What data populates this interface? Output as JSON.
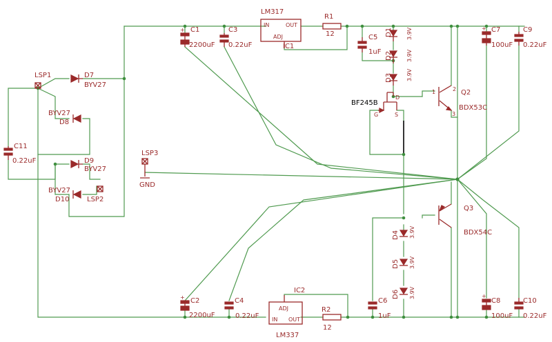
{
  "labels": {
    "lm317": "LM317",
    "lm337": "LM337",
    "ic1": "IC1",
    "ic2": "IC2",
    "in": "IN",
    "out": "OUT",
    "adj": "ADJ",
    "r1": "R1",
    "r1_val": "12",
    "r2": "R2",
    "r2_val": "12",
    "c1": "C1",
    "c1_val": "2200uF",
    "c2": "C2",
    "c2_val": "2200uF",
    "c3": "C3",
    "c3_val": "0.22uF",
    "c4": "C4",
    "c4_val": "0.22uF",
    "c5": "C5",
    "c5_val": "1uF",
    "c6": "C6",
    "c6_val": "1uF",
    "c7": "C7",
    "c7_val": "100uF",
    "c8": "C8",
    "c8_val": "100uF",
    "c9": "C9",
    "c9_val": "0.22uF",
    "c10": "C10",
    "c10_val": "0.22uF",
    "c11": "C11",
    "c11_val": "0.22uF",
    "d1": "D1",
    "d2": "D2",
    "d3": "D3",
    "d4": "D4",
    "d5": "D5",
    "d6": "D6",
    "zener": "3.9V",
    "d7": "D7",
    "d8": "D8",
    "d9": "D9",
    "d10": "D10",
    "byv27": "BYV27",
    "lsp1": "LSP1",
    "lsp2": "LSP2",
    "lsp3": "LSP3",
    "gnd": "GND",
    "q2": "Q2",
    "q2_type": "BDX53C",
    "q3": "Q3",
    "q3_type": "BDX54C",
    "jfet": "BF245B",
    "pin_g": "G",
    "pin_s": "S",
    "pin_d": "D",
    "pin_1": "1",
    "pin_2": "2",
    "pin_3": "3"
  },
  "colors": {
    "wire": "#4f9a4f",
    "part": "#9a2a2a",
    "highlight_wire": "#000000"
  }
}
